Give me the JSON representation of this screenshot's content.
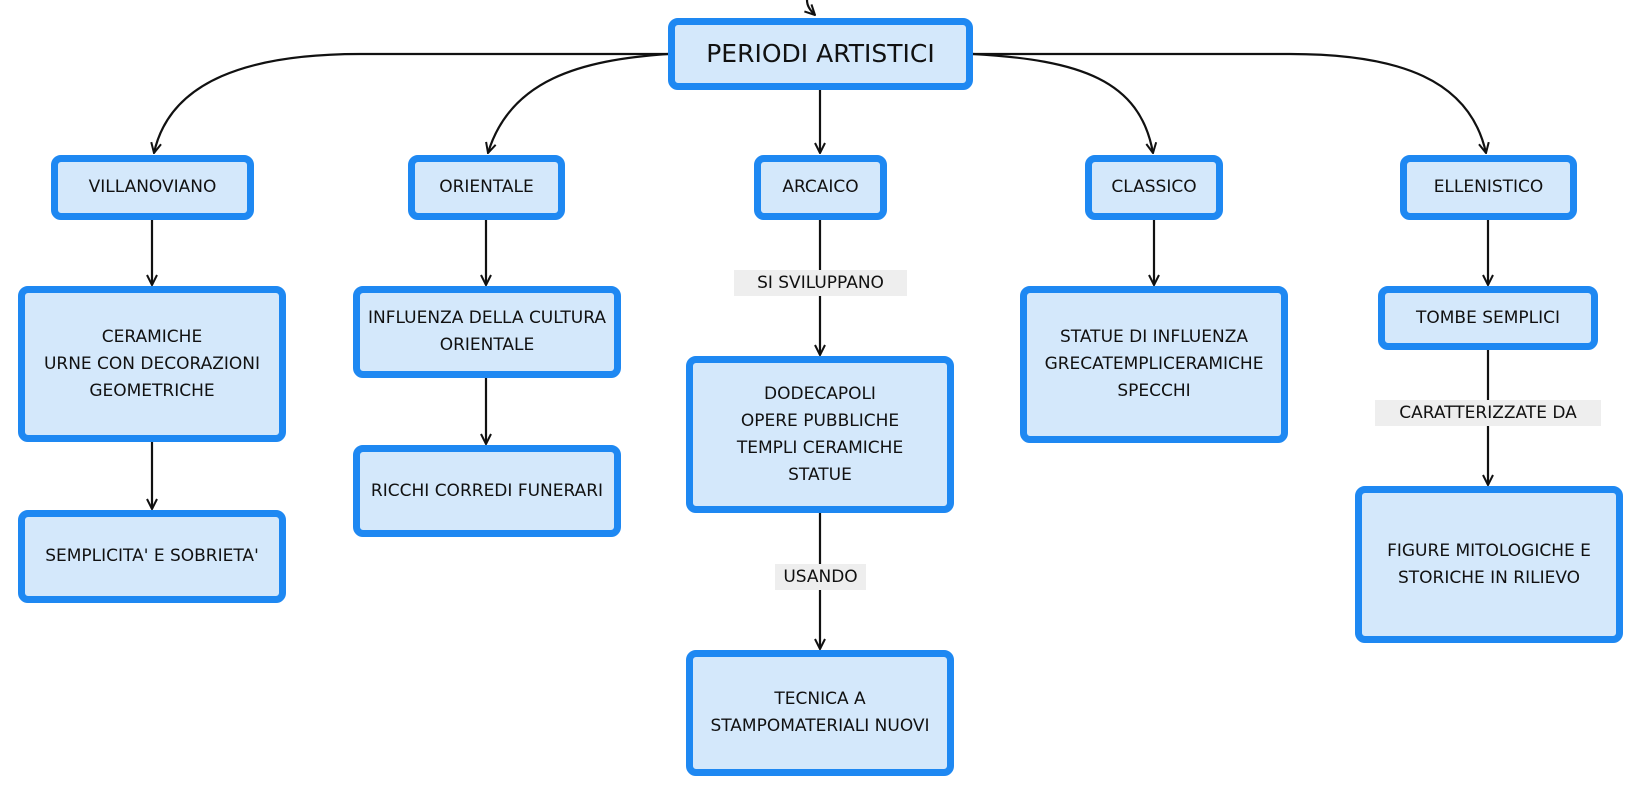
{
  "diagram": {
    "root": {
      "label": "PERIODI ARTISTICI"
    },
    "periods": {
      "villanoviano": {
        "label": "VILLANOVIANO",
        "details": "CERAMICHE\nURNE CON DECORAZIONI\nGEOMETRICHE",
        "result": "SEMPLICITA' E SOBRIETA'"
      },
      "orientale": {
        "label": "ORIENTALE",
        "details": "INFLUENZA DELLA CULTURA\nORIENTALE",
        "result": "RICCHI CORREDI FUNERARI"
      },
      "arcaico": {
        "label": "ARCAICO",
        "link_label": "SI SVILUPPANO",
        "details": "DODECAPOLI\nOPERE PUBBLICHE\nTEMPLI CERAMICHE\nSTATUE",
        "link_label_2": "USANDO",
        "result": "TECNICA A\nSTAMPOMATERIALI NUOVI"
      },
      "classico": {
        "label": "CLASSICO",
        "details": "STATUE DI INFLUENZA\nGRECATEMPLICERAMICHE\nSPECCHI"
      },
      "ellenistico": {
        "label": "ELLENISTICO",
        "details": "TOMBE SEMPLICI",
        "link_label": "CARATTERIZZATE DA",
        "result": "FIGURE MITOLOGICHE E\nSTORICHE IN RILIEVO"
      }
    }
  },
  "colors": {
    "node_fill": "#d4e8fb",
    "node_border": "#1e88f2",
    "edge": "#111111",
    "edge_label_bg": "#eeeeee"
  }
}
